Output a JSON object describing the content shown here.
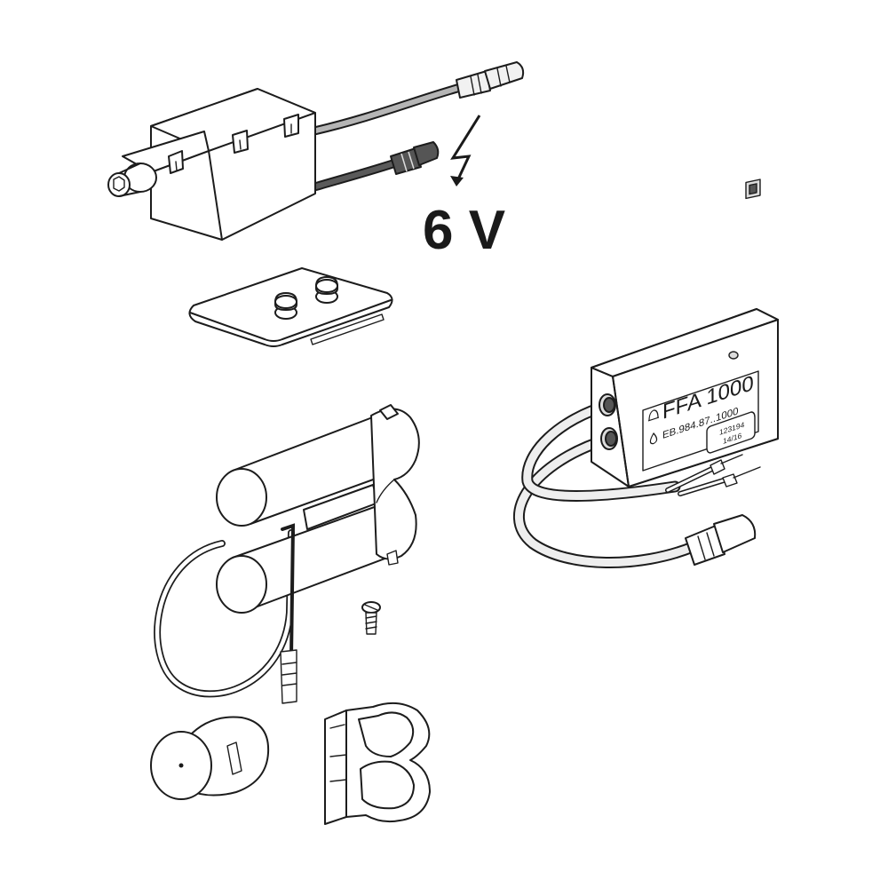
{
  "voltage_label": "6 V",
  "module": {
    "model": "FFA 1000",
    "part_number": "EB.984.87..1000",
    "stamp_line1": "123194",
    "stamp_line2": "14/16"
  },
  "icons": [
    "lightning-bolt-icon",
    "bell-icon",
    "water-drop-icon"
  ],
  "colors": {
    "line": "#1c1c1c",
    "fill_light": "#f1f1f1",
    "cable_grey": "#b0b0b0",
    "cable_dark": "#555555"
  }
}
